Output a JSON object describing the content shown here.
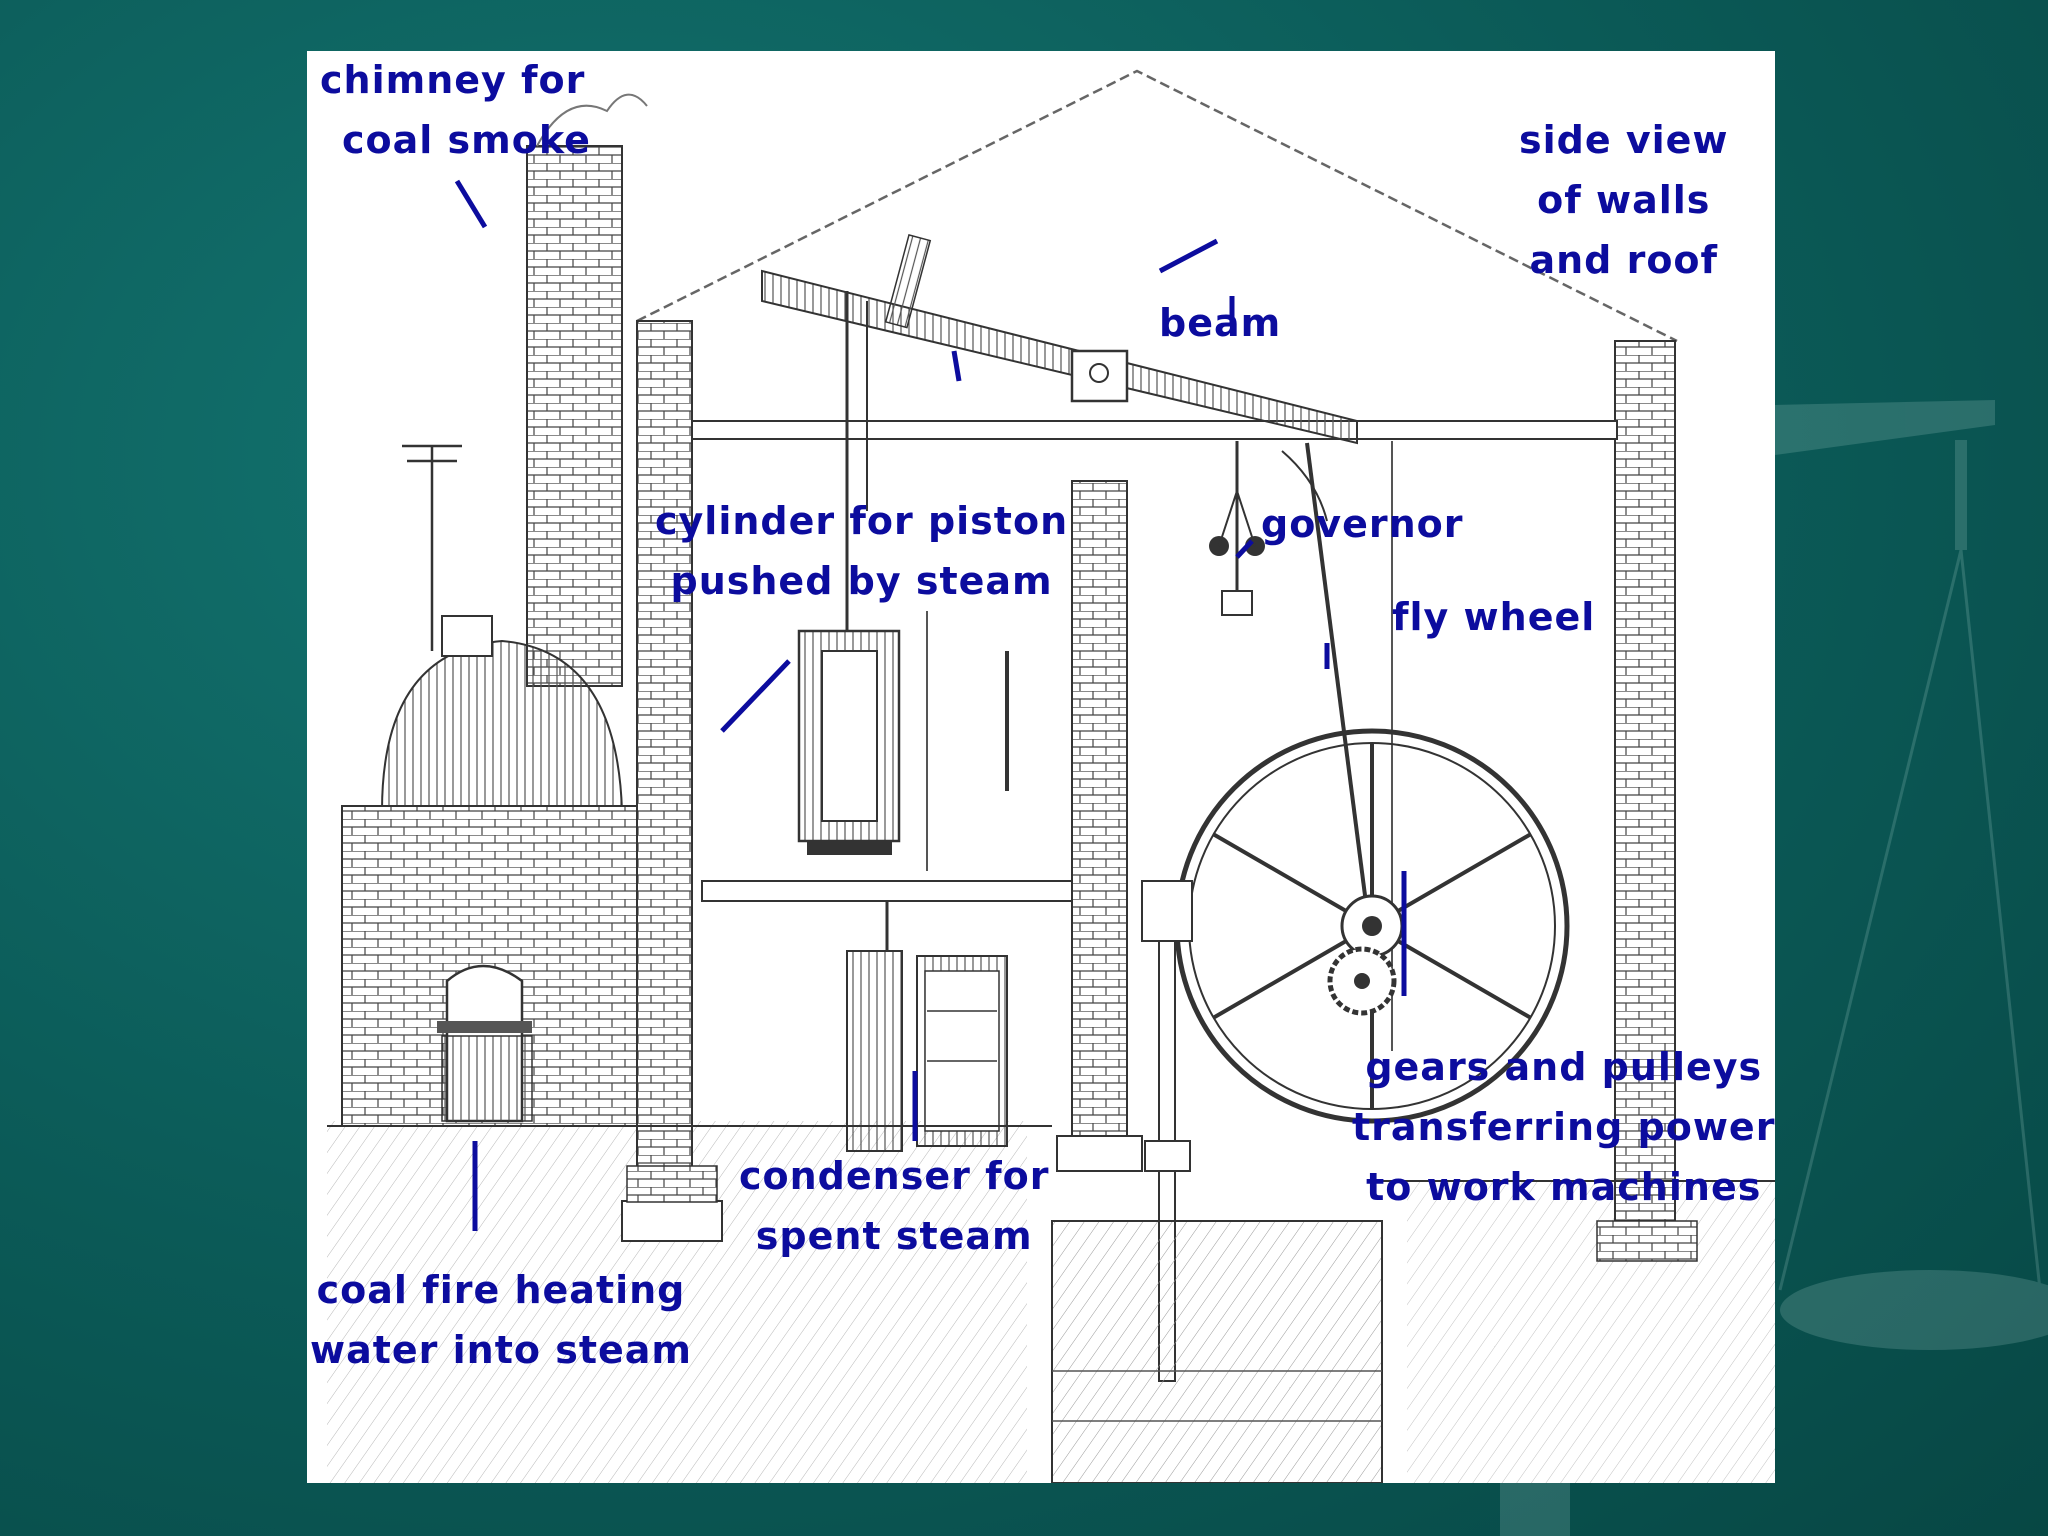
{
  "diagram": {
    "labels": {
      "chimney": [
        "chimney for",
        "coal smoke"
      ],
      "side_view": [
        "side view",
        "of walls",
        "and roof"
      ],
      "beam": [
        "beam"
      ],
      "cylinder": [
        "cylinder for piston",
        "pushed by steam"
      ],
      "governor": [
        "governor"
      ],
      "fly_wheel": [
        "fly wheel"
      ],
      "gears": [
        "gears and pulleys",
        "transferring power",
        "to work machines"
      ],
      "condenser": [
        "condenser for",
        "spent steam"
      ],
      "coal_fire": [
        "coal fire heating",
        "water into steam"
      ]
    },
    "colors": {
      "label": "#0c0c9e",
      "ink": "#2a2a2a",
      "slide_background": "#0d5f5c",
      "panel": "#ffffff"
    }
  }
}
